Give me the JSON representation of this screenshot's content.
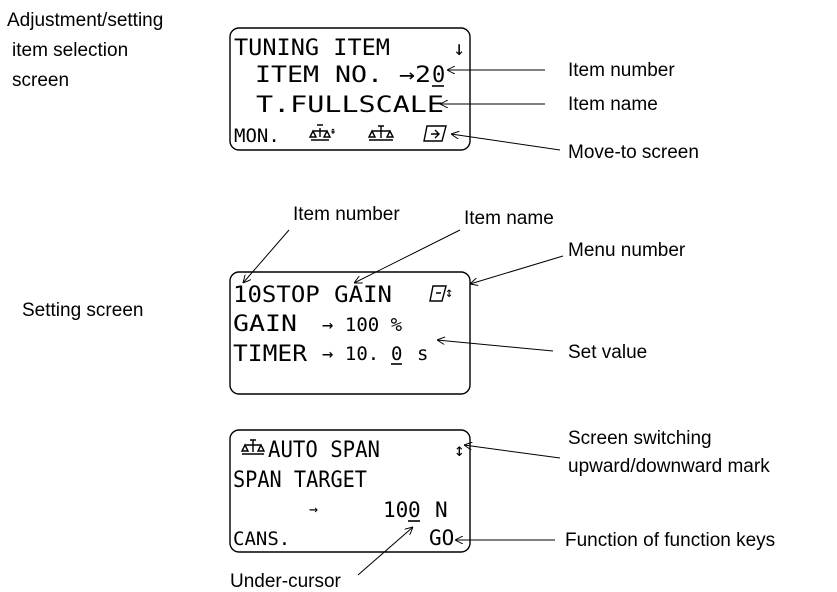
{
  "screen1": {
    "label_lines": [
      "Adjustment/setting",
      "item selection",
      "screen"
    ],
    "lcd": {
      "line1": "TUNING ITEM",
      "line1_arrow": "↓",
      "line2_prefix": "ITEM NO. →2",
      "line2_cursor": "0",
      "line3": "T.FULLSCALE",
      "line4_mon": "MON."
    },
    "callouts": {
      "item_number": "Item number",
      "item_name": "Item name",
      "move_to": "Move-to screen"
    }
  },
  "screen2": {
    "label": "Setting screen",
    "top_callouts": {
      "item_number": "Item number",
      "item_name": "Item name",
      "menu_number": "Menu number"
    },
    "lcd": {
      "line1": "10STOP GAIN",
      "line2_label": "GAIN",
      "line2_value": "→ 100 %",
      "line3_label": "TIMER",
      "line3_prefix": "→ 10.",
      "line3_cursor": "0",
      "line3_unit": "s"
    },
    "callouts": {
      "set_value": "Set value"
    }
  },
  "screen3": {
    "lcd": {
      "line1": "AUTO SPAN",
      "line1_arrow": "↕",
      "line2": "SPAN TARGET",
      "line3_arrow": "→",
      "line3_prefix": "10",
      "line3_cursor": "0",
      "line3_unit": "N",
      "line4_left": "CANS.",
      "line4_right": "GO"
    },
    "callouts": {
      "switch_line1": "Screen switching",
      "switch_line2": "upward/downward  mark",
      "function_keys": "Function of function keys",
      "under_cursor": "Under-cursor"
    }
  },
  "icons": [
    "balance-up-icon",
    "balance-icon",
    "file-move-icon",
    "menu-number-icon"
  ]
}
